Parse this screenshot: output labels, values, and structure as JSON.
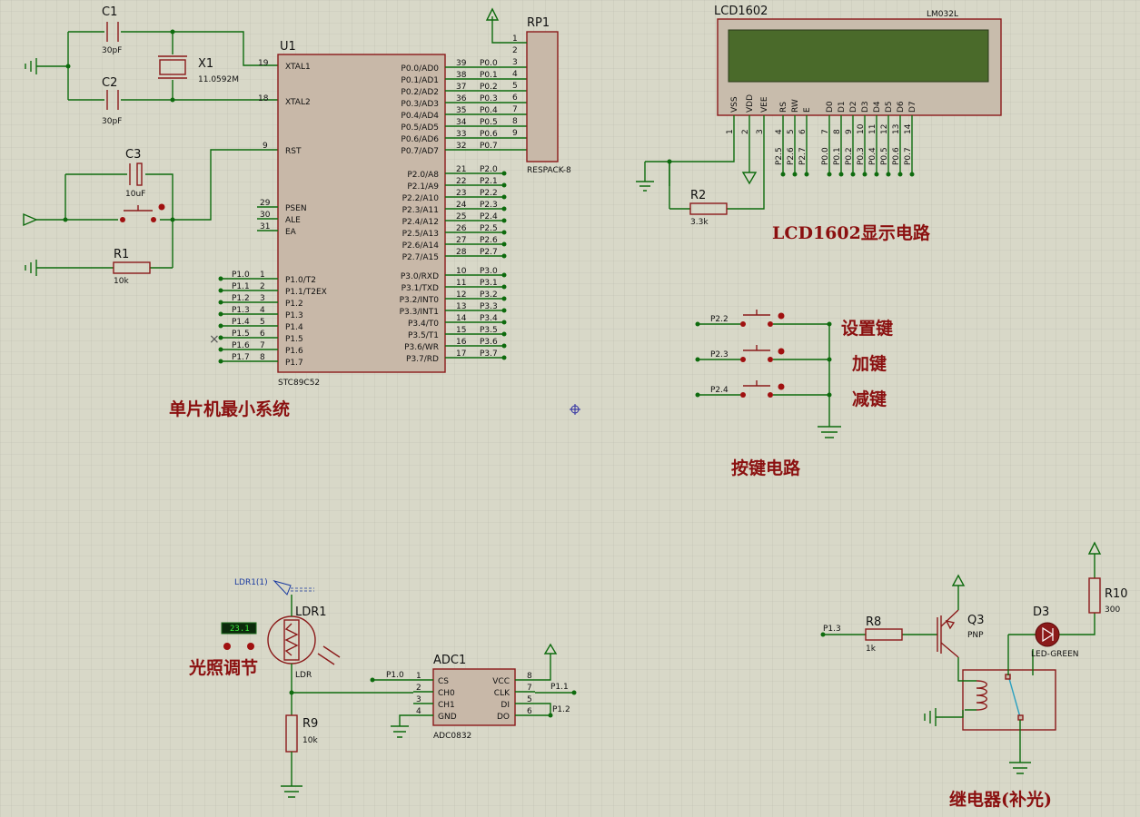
{
  "labels": {
    "c1": "C1",
    "c1_val": "30pF",
    "c2": "C2",
    "c2_val": "30pF",
    "x1": "X1",
    "x1_val": "11.0592M",
    "c3": "C3",
    "c3_val": "10uF",
    "r1": "R1",
    "r1_val": "10k",
    "u1": "U1",
    "u1_part": "STC89C52",
    "rp1": "RP1",
    "rp1_part": "RESPACK-8",
    "lcd": "LCD1602",
    "lcd_part": "LM032L",
    "r2": "R2",
    "r2_val": "3.3k",
    "ldr_probe": "LDR1(1)",
    "ldr1": "LDR1",
    "ldr_part": "LDR",
    "ldr_reading": "23.1",
    "r9": "R9",
    "r9_val": "10k",
    "adc1": "ADC1",
    "adc_part": "ADC0832",
    "r8": "R8",
    "r8_val": "1k",
    "q3": "Q3",
    "q3_part": "PNP",
    "d3": "D3",
    "d3_part": "LED-GREEN",
    "r10": "R10",
    "r10_val": "300"
  },
  "captions": {
    "mcu": "单片机最小系统",
    "lcd": "LCD1602显示电路",
    "keys": "按键电路",
    "ldr": "光照调节",
    "relay": "继电器(补光)",
    "key_set": "设置键",
    "key_add": "加键",
    "key_sub": "减键"
  },
  "u1_left": [
    {
      "num": "19",
      "name": "XTAL1"
    },
    {
      "num": "18",
      "name": "XTAL2"
    },
    {
      "num": "9",
      "name": "RST"
    },
    {
      "num": "29",
      "name": "PSEN"
    },
    {
      "num": "30",
      "name": "ALE"
    },
    {
      "num": "31",
      "name": "EA"
    },
    {
      "num": "1",
      "name": "P1.0/T2",
      "net": "P1.0"
    },
    {
      "num": "2",
      "name": "P1.1/T2EX",
      "net": "P1.1"
    },
    {
      "num": "3",
      "name": "P1.2",
      "net": "P1.2"
    },
    {
      "num": "4",
      "name": "P1.3",
      "net": "P1.3"
    },
    {
      "num": "5",
      "name": "P1.4",
      "net": "P1.4"
    },
    {
      "num": "6",
      "name": "P1.5",
      "net": "P1.5"
    },
    {
      "num": "7",
      "name": "P1.6",
      "net": "P1.6"
    },
    {
      "num": "8",
      "name": "P1.7",
      "net": "P1.7"
    }
  ],
  "u1_right": [
    {
      "num": "39",
      "name": "P0.0/AD0",
      "net": "P0.0"
    },
    {
      "num": "38",
      "name": "P0.1/AD1",
      "net": "P0.1"
    },
    {
      "num": "37",
      "name": "P0.2/AD2",
      "net": "P0.2"
    },
    {
      "num": "36",
      "name": "P0.3/AD3",
      "net": "P0.3"
    },
    {
      "num": "35",
      "name": "P0.4/AD4",
      "net": "P0.4"
    },
    {
      "num": "34",
      "name": "P0.5/AD5",
      "net": "P0.5"
    },
    {
      "num": "33",
      "name": "P0.6/AD6",
      "net": "P0.6"
    },
    {
      "num": "32",
      "name": "P0.7/AD7",
      "net": "P0.7"
    },
    {
      "num": "21",
      "name": "P2.0/A8",
      "net": "P2.0"
    },
    {
      "num": "22",
      "name": "P2.1/A9",
      "net": "P2.1"
    },
    {
      "num": "23",
      "name": "P2.2/A10",
      "net": "P2.2"
    },
    {
      "num": "24",
      "name": "P2.3/A11",
      "net": "P2.3"
    },
    {
      "num": "25",
      "name": "P2.4/A12",
      "net": "P2.4"
    },
    {
      "num": "26",
      "name": "P2.5/A13",
      "net": "P2.5"
    },
    {
      "num": "27",
      "name": "P2.6/A14",
      "net": "P2.6"
    },
    {
      "num": "28",
      "name": "P2.7/A15",
      "net": "P2.7"
    },
    {
      "num": "10",
      "name": "P3.0/RXD",
      "net": "P3.0"
    },
    {
      "num": "11",
      "name": "P3.1/TXD",
      "net": "P3.1"
    },
    {
      "num": "12",
      "name": "P3.2/INT0",
      "net": "P3.2"
    },
    {
      "num": "13",
      "name": "P3.3/INT1",
      "net": "P3.3"
    },
    {
      "num": "14",
      "name": "P3.4/T0",
      "net": "P3.4"
    },
    {
      "num": "15",
      "name": "P3.5/T1",
      "net": "P3.5"
    },
    {
      "num": "16",
      "name": "P3.6/WR",
      "net": "P3.6"
    },
    {
      "num": "17",
      "name": "P3.7/RD",
      "net": "P3.7"
    }
  ],
  "rp1_pins": [
    "1",
    "2",
    "3",
    "4",
    "5",
    "6",
    "7",
    "8",
    "9"
  ],
  "lcd_pins": [
    {
      "name": "VSS",
      "num": "1"
    },
    {
      "name": "VDD",
      "num": "2"
    },
    {
      "name": "VEE",
      "num": "3"
    },
    {
      "name": "RS",
      "num": "4",
      "net": "P2.5"
    },
    {
      "name": "RW",
      "num": "5",
      "net": "P2.6"
    },
    {
      "name": "E",
      "num": "6",
      "net": "P2.7"
    },
    {
      "name": "D0",
      "num": "7",
      "net": "P0.0"
    },
    {
      "name": "D1",
      "num": "8",
      "net": "P0.1"
    },
    {
      "name": "D2",
      "num": "9",
      "net": "P0.2"
    },
    {
      "name": "D3",
      "num": "10",
      "net": "P0.3"
    },
    {
      "name": "D4",
      "num": "11",
      "net": "P0.4"
    },
    {
      "name": "D5",
      "num": "12",
      "net": "P0.5"
    },
    {
      "name": "D6",
      "num": "13",
      "net": "P0.6"
    },
    {
      "name": "D7",
      "num": "14",
      "net": "P0.7"
    }
  ],
  "key_nets": [
    "P2.2",
    "P2.3",
    "P2.4"
  ],
  "adc_left": [
    {
      "num": "1",
      "name": "CS"
    },
    {
      "num": "2",
      "name": "CH0"
    },
    {
      "num": "3",
      "name": "CH1"
    },
    {
      "num": "4",
      "name": "GND"
    }
  ],
  "adc_right": [
    {
      "num": "8",
      "name": "VCC"
    },
    {
      "num": "7",
      "name": "CLK"
    },
    {
      "num": "5",
      "name": "DI"
    },
    {
      "num": "6",
      "name": "DO"
    }
  ],
  "adc_nets": {
    "cs": "P1.0",
    "clk": "P1.1",
    "dio": "P1.2"
  },
  "relay_net": "P1.3",
  "colors": {
    "wire": "#0e6b0e",
    "body": "#8b1a1a",
    "caption": "#8b1010",
    "lcd_screen": "#4a6a2a",
    "background": "#d8d8c8"
  }
}
